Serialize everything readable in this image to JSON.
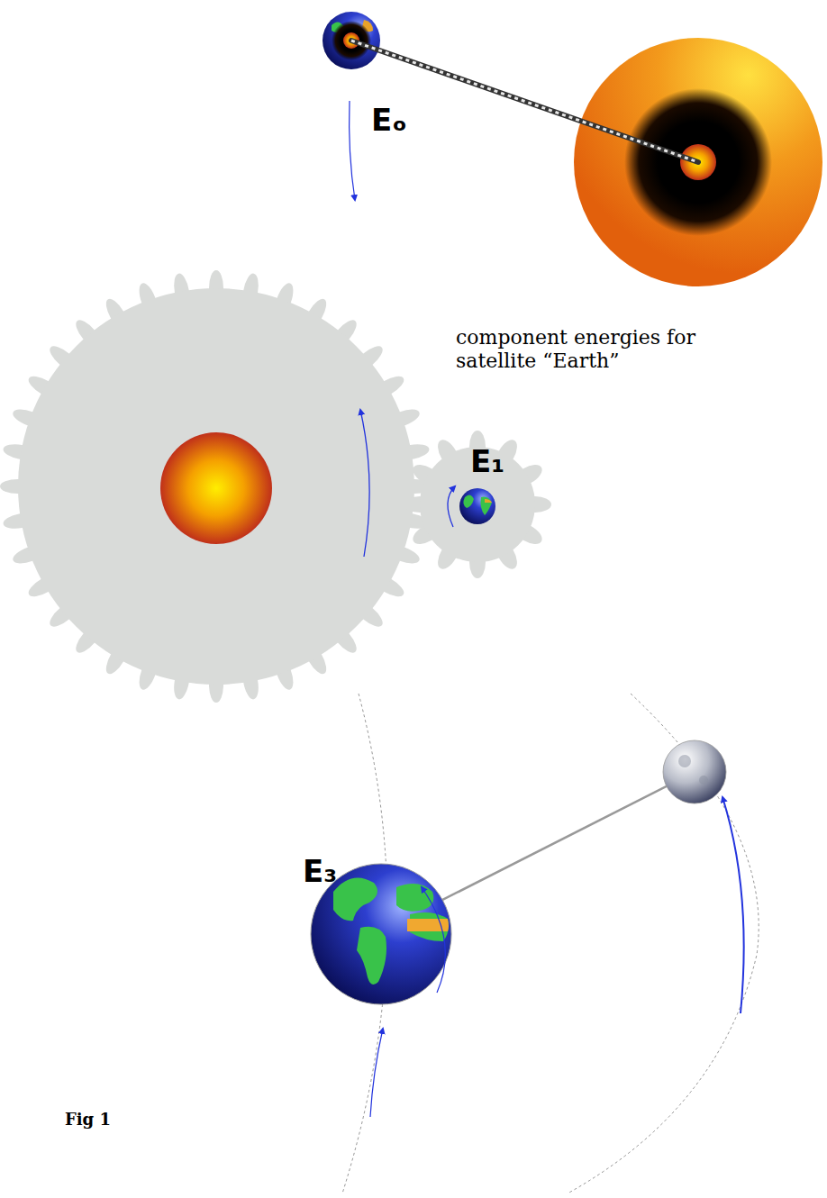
{
  "diagram": {
    "caption": "Fig 1",
    "labels": [
      "Eₒ",
      "component energies for satellite “Earth”",
      "E₁",
      "E₃"
    ]
  }
}
